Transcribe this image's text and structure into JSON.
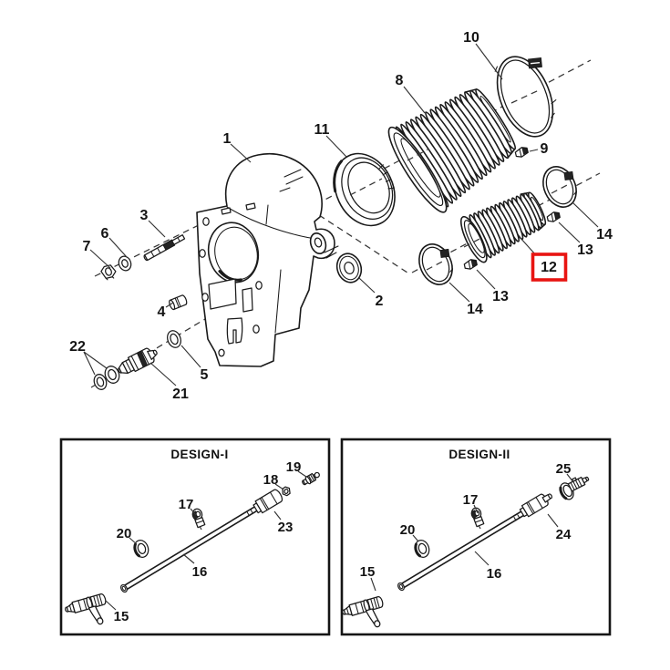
{
  "colors": {
    "background": "#ffffff",
    "line": "#1a1a1a",
    "highlight_box": "#e81411"
  },
  "main_diagram": {
    "highlighted_part": "12",
    "labels": {
      "p1": "1",
      "p2": "2",
      "p3": "3",
      "p4": "4",
      "p5": "5",
      "p6": "6",
      "p7": "7",
      "p8": "8",
      "p9": "9",
      "p10": "10",
      "p11": "11",
      "p12": "12",
      "p13a": "13",
      "p13b": "13",
      "p14a": "14",
      "p14b": "14",
      "p21": "21",
      "p22": "22"
    }
  },
  "design_boxes": {
    "design_i": {
      "title": "DESIGN-I",
      "labels": {
        "p15": "15",
        "p16": "16",
        "p17": "17",
        "p18": "18",
        "p19": "19",
        "p20": "20",
        "p23": "23"
      }
    },
    "design_ii": {
      "title": "DESIGN-II",
      "labels": {
        "p15": "15",
        "p16": "16",
        "p17": "17",
        "p20": "20",
        "p24": "24",
        "p25": "25"
      }
    }
  }
}
